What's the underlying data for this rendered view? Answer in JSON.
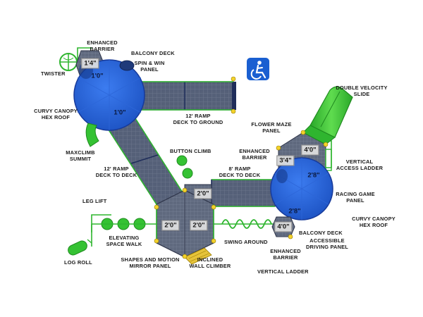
{
  "colors": {
    "blue": "#1f5bd6",
    "blue_dark": "#173a9a",
    "green": "#35c233",
    "green_dark": "#1f8a1f",
    "deck": "#5a6477",
    "ramp": "#4d5870",
    "post": "#f3d22b",
    "navy": "#1f2d5a"
  },
  "labels": {
    "enhanced_barrier_top": [
      "ENHANCED",
      "BARRIER"
    ],
    "balcony_deck_top": [
      "BALCONY DECK"
    ],
    "spin_win": [
      "SPIN & WIN",
      "PANEL"
    ],
    "twister": [
      "TWISTER"
    ],
    "double_velocity": [
      "DOUBLE VELOCITY",
      "SLIDE"
    ],
    "curvy_canopy_left": [
      "CURVY CANOPY",
      "HEX ROOF"
    ],
    "ramp_12_ground": [
      "12' RAMP",
      "DECK TO GROUND"
    ],
    "flower_maze": [
      "FLOWER MAZE",
      "PANEL"
    ],
    "enhanced_barrier_mid": [
      "ENHANCED",
      "BARRIER"
    ],
    "maxclimb": [
      "MAXCLIMB",
      "SUMMIT"
    ],
    "button_climb": [
      "BUTTON CLIMB"
    ],
    "vertical_access": [
      "VERTICAL",
      "ACCESS LADDER"
    ],
    "ramp_12_deck": [
      "12' RAMP",
      "DECK TO DECK"
    ],
    "ramp_8_deck": [
      "8' RAMP",
      "DECK TO DECK"
    ],
    "racing_game": [
      "RACING GAME",
      "PANEL"
    ],
    "leg_lift": [
      "LEG LIFT"
    ],
    "curvy_canopy_right": [
      "CURVY CANOPY",
      "HEX ROOF"
    ],
    "elevating_space_walk": [
      "ELEVATING",
      "SPACE WALK"
    ],
    "balcony_deck_right": [
      "BALCONY DECK"
    ],
    "accessible_driving": [
      "ACCESSIBLE",
      "DRIVING PANEL"
    ],
    "swing_around": [
      "SWING AROUND"
    ],
    "log_roll": [
      "LOG ROLL"
    ],
    "shapes_motion": [
      "SHAPES AND MOTION",
      "MIRROR PANEL"
    ],
    "inclined_wall": [
      "INCLINED",
      "WALL CLIMBER"
    ],
    "enhanced_barrier_bottom": [
      "ENHANCED",
      "BARRIER"
    ],
    "vertical_ladder": [
      "VERTICAL LADDER"
    ]
  },
  "heights": {
    "h_1_4": "1'4\"",
    "h_1_0_a": "1'0\"",
    "h_1_0_b": "1'0\"",
    "h_4_0_top": "4'0\"",
    "h_3_4": "3'4\"",
    "h_2_8_a": "2'8\"",
    "h_2_0_mid": "2'0\"",
    "h_2_8_b": "2'8\"",
    "h_2_0_l": "2'0\"",
    "h_2_0_r": "2'0\"",
    "h_4_0_bot": "4'0\""
  },
  "icons": {
    "accessibility": "wheelchair-accessibility-icon"
  }
}
